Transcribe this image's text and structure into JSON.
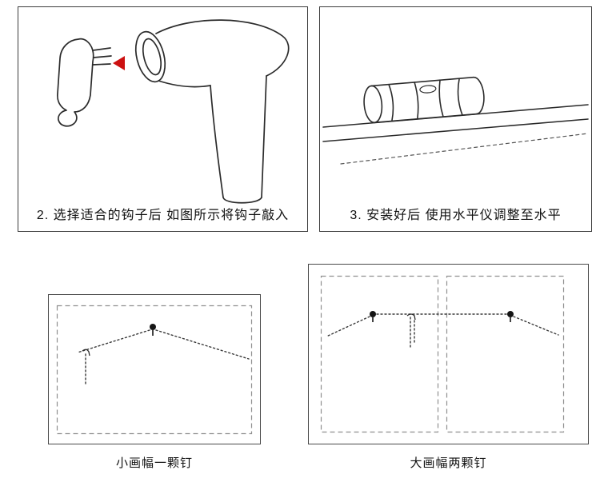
{
  "colors": {
    "background": "#ffffff",
    "panel_border": "#3c3c3c",
    "dashed_border": "#8f8f8f",
    "line_ink": "#2b2b2b",
    "dotted_wire": "#3a3a3a",
    "arrow_red": "#cc1111",
    "text": "#111111"
  },
  "icons": {
    "hook": "picture-hook-illustration",
    "hammer": "hammer-illustration",
    "arrow": "red-left-arrow",
    "level": "spirit-level-illustration",
    "frame_edge": "frame-edge-lines",
    "nail": "nail-dot",
    "wire": "dotted-hanging-wire"
  },
  "panels": {
    "step2": {
      "caption": "2. 选择适合的钩子后  如图所示将钩子敲入"
    },
    "step3": {
      "caption": "3. 安装好后  使用水平仪调整至水平"
    },
    "small": {
      "caption": "小画幅一颗钉"
    },
    "large": {
      "caption": "大画幅两颗钉"
    }
  }
}
